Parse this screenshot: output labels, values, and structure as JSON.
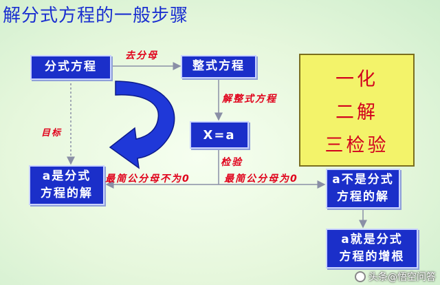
{
  "title": "解分式方程的一般步骤",
  "boxes": {
    "fractional_equation": "分式方程",
    "polynomial_equation": "整式方程",
    "x_equals_a": "X=a",
    "a_is_solution": "a是分式方程的解",
    "a_not_solution": "a不是分式方程的解",
    "a_extraneous_root": "a就是分式方程的增根"
  },
  "labels": {
    "remove_denominator": "去分母",
    "solve_polynomial": "解整式方程",
    "goal": "目标",
    "check": "检验",
    "lcd_not_zero": "最简公分母不为0",
    "lcd_is_zero": "最简公分母为0"
  },
  "summary": [
    "一化",
    "二解",
    "三检验"
  ],
  "watermark": "头条@悟空问答",
  "colors": {
    "box_fill": "#1b2fc9",
    "label_red": "#e0001a",
    "summary_bg": "#f3f36a",
    "big_arrow": "#1f38d8"
  }
}
